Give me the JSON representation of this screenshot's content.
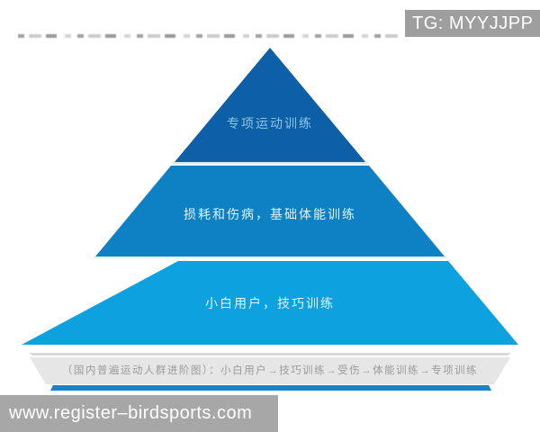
{
  "badge": {
    "label": "TG: MYYJJPP",
    "bg_color": "#9e9e9e"
  },
  "pyramid": {
    "tiers": [
      {
        "label": "专项运动训练",
        "color": "#0d5fa8"
      },
      {
        "label": "损耗和伤病，基础体能训练",
        "color": "#0e80c4"
      },
      {
        "label": "小白用户，技巧训练",
        "color": "#0da1e0"
      }
    ],
    "base_caption": "（国内普遍运动人群进阶图）：小白用户→技巧训练→受伤→体能训练→专项训练"
  },
  "watermark": {
    "text": "www.register–birdsports.com",
    "bar_color": "#a7a7a7"
  }
}
